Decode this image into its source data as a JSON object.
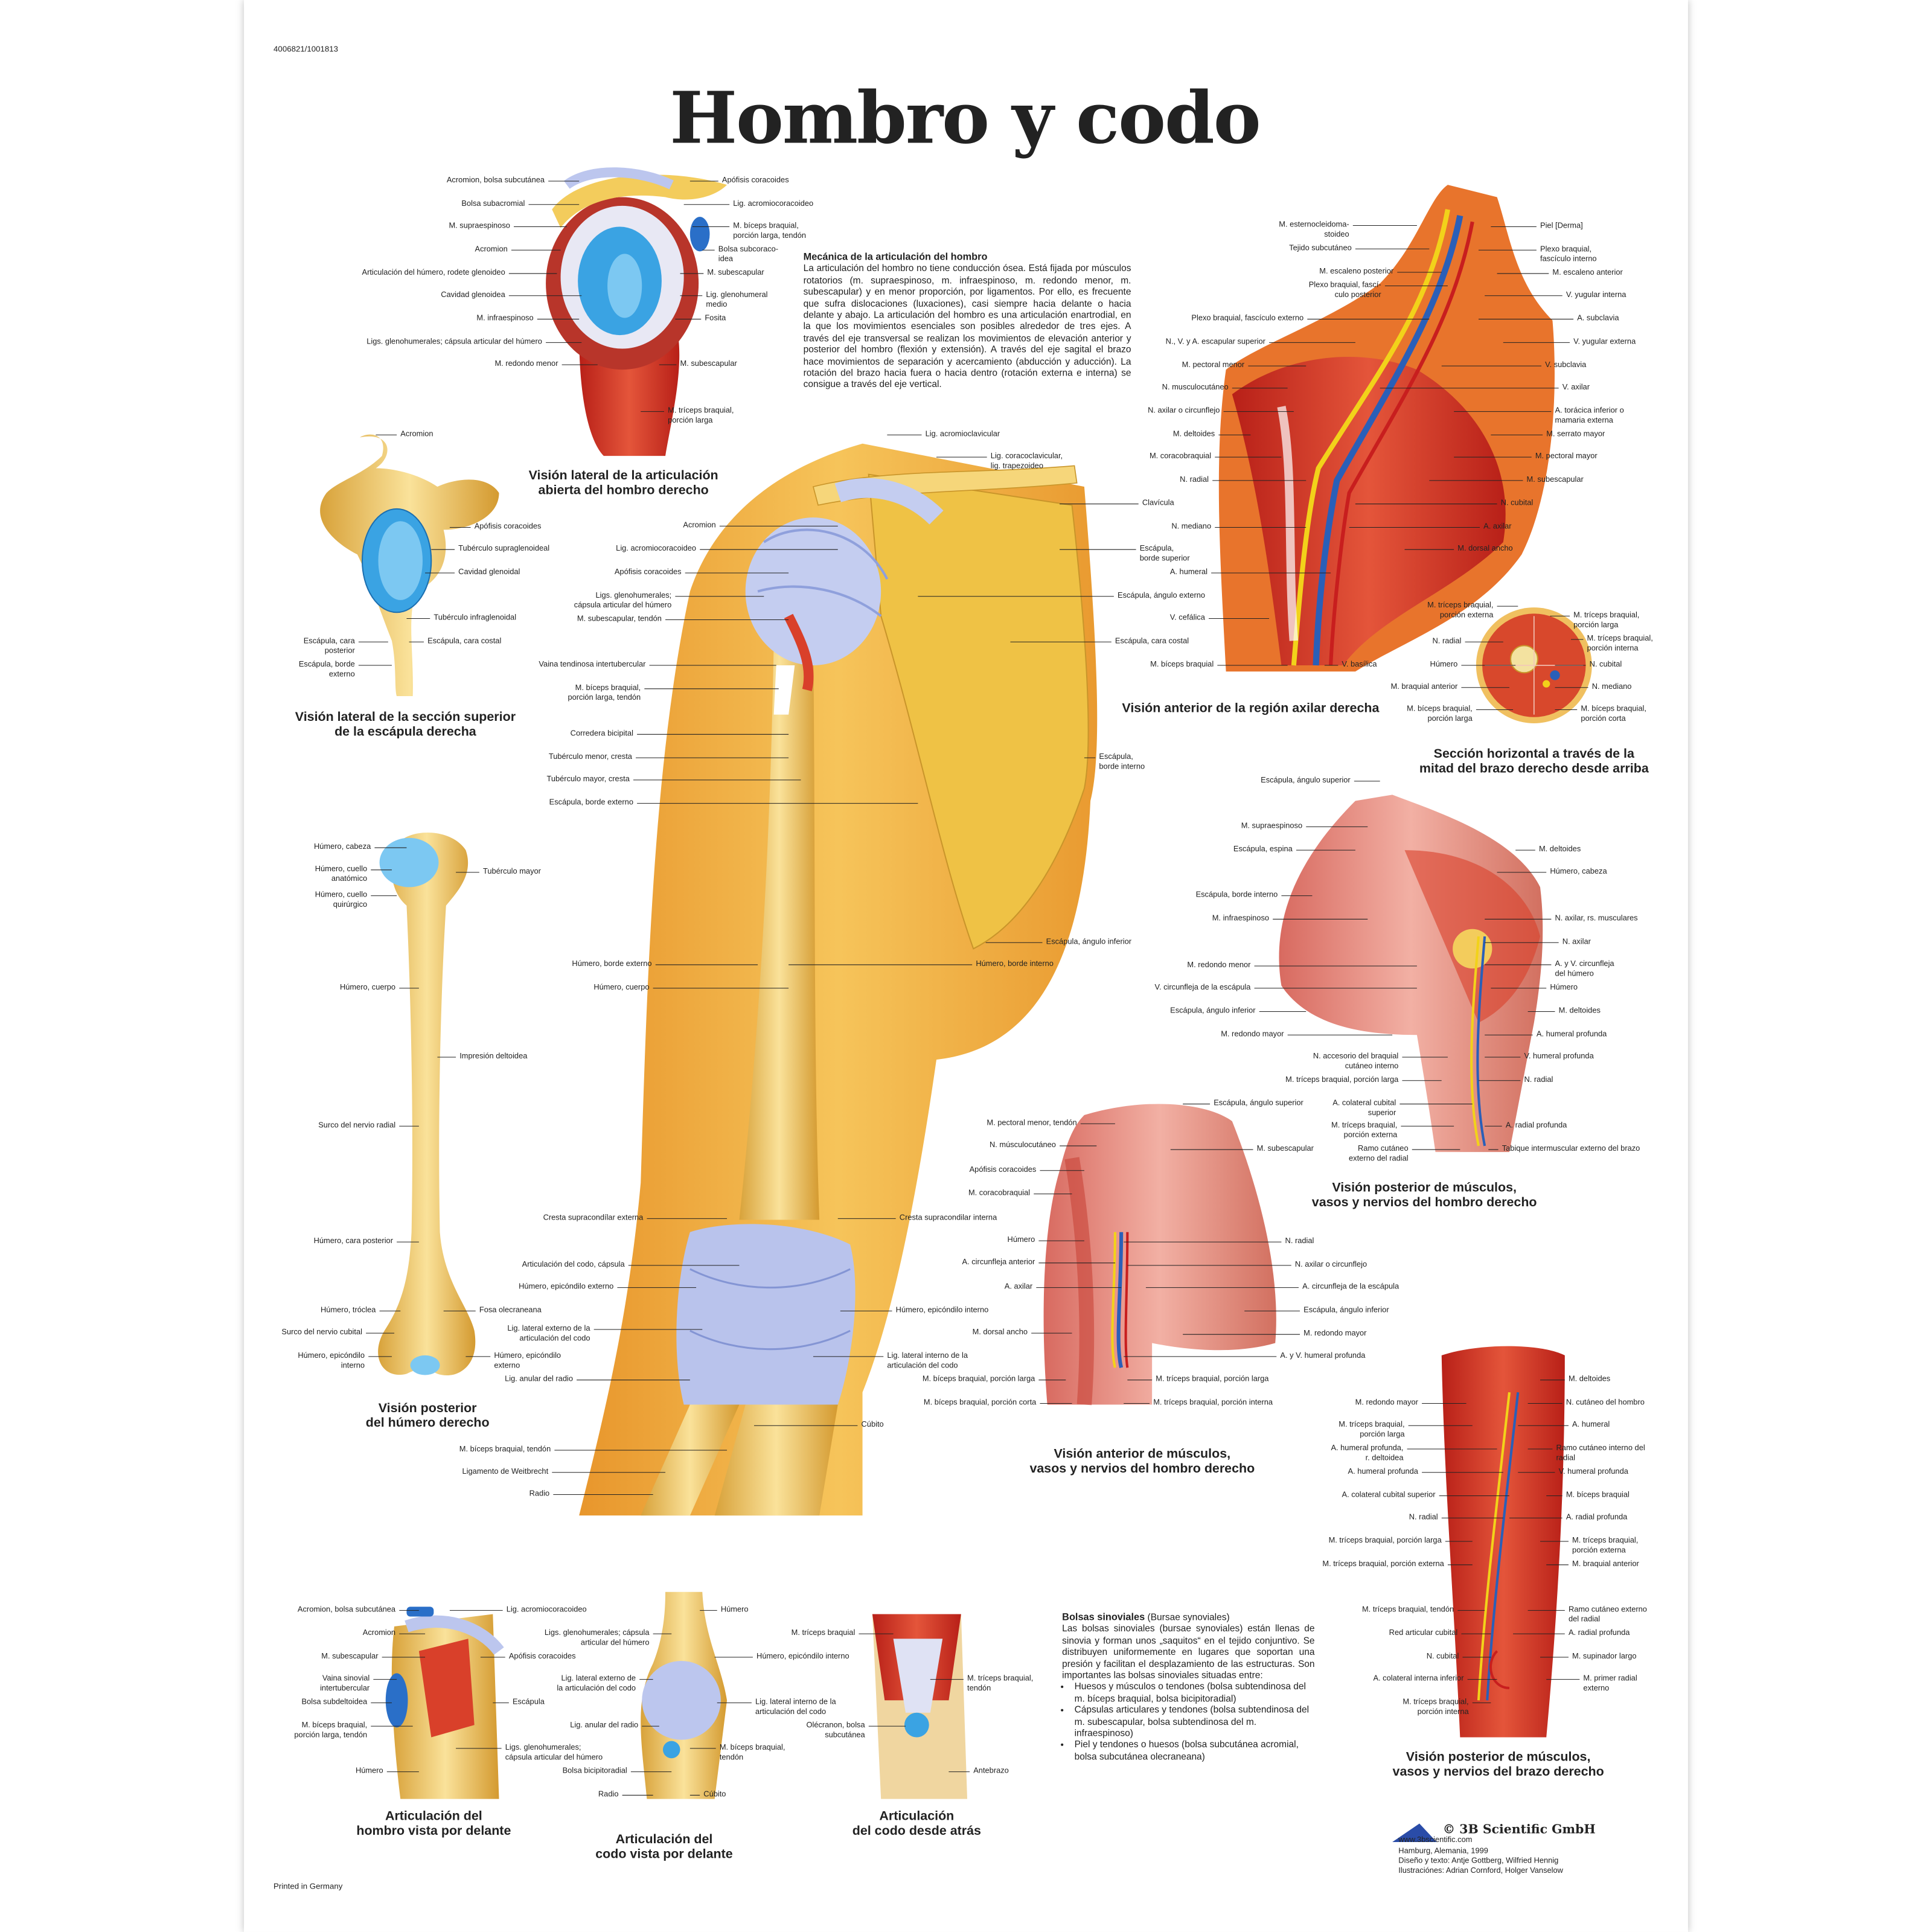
{
  "poster": {
    "code": "4006821/1001813",
    "title": "Hombro y codo",
    "printed": "Printed in Germany"
  },
  "mechanics": {
    "heading": "Mecánica de la articulación del hombro",
    "body": "La articulación del hombro no tiene conducción ósea. Está fijada por músculos rotatorios (m. supraespinoso, m. infraespinoso, m. redondo menor, m. subescapular) y en menor proporción, por ligamentos. Por ello, es frecuente que sufra dislocaciones (luxaciones), casi siempre hacia delante o hacia delante y abajo. La articulación del hombro es una articulación enartrodial, en la que los movimientos esenciales son posibles alrededor de tres ejes. A través del eje transversal se realizan los movimientos de elevación anterior y posterior del hombro (flexión y extensión). A través del eje sagital el brazo hace movimientos de separación y acercamiento (abducción y aducción). La rotación del brazo hacia fuera o hacia dentro (rotación externa e interna) se consigue a través del eje vertical."
  },
  "bursae": {
    "heading": "Bolsas sinoviales",
    "heading_latin": "(Bursae synoviales)",
    "body": "Las bolsas sinoviales (bursae synoviales) están llenas de sinovia y forman unos „saquitos“ en el tejido conjuntivo. Se distribuyen uniformemente en lugares que soportan una presión y facilitan el desplazamiento de las estructuras. Son importantes las bolsas sinoviales situadas entre:",
    "items": [
      "Huesos y músculos o tendones (bolsa subtendinosa del m. bíceps braquial, bolsa bicipitoradial)",
      "Cápsulas articulares y tendones (bolsa subtendinosa del m. subescapular, bolsa subtendinosa del m. infraespinoso)",
      "Piel y tendones o huesos (bolsa subcutánea acromial, bolsa subcutánea olecraneana)"
    ]
  },
  "credits": {
    "logo_text": "3B",
    "company": "© 3B Scientific GmbH",
    "url": "www.3bscientific.com",
    "place": "Hamburg, Alemania, 1999",
    "design": "Diseño y texto: Antje Gottberg, Wilfried Hennig",
    "illustrations": "Ilustraciónes: Adrian Cornford, Holger Vanselow"
  },
  "colors": {
    "bone": "#f3cc5c",
    "skin": "#eda63a",
    "muscle": "#d9402a",
    "cartilage": "#3aa3e3",
    "ligament": "#bcc6ee",
    "nerve": "#f2d21a",
    "vein": "#2a5fb8"
  },
  "figures": {
    "shoulder_lateral_open": {
      "caption": "Visión lateral de la articulación\nabierta del hombro derecho",
      "labels": [
        "Acromion, bolsa subcutánea",
        "Bolsa subacromial",
        "M. supraespinoso",
        "Acromion",
        "Articulación del húmero, rodete glenoideo",
        "Cavidad glenoidea",
        "M. infraespinoso",
        "Ligs. glenohumerales; cápsula articular del húmero",
        "M. redondo menor",
        "Apófisis coracoides",
        "Lig. acromiocoracoideo",
        "M. bíceps braquial,\nporción larga, tendón",
        "Bolsa subcoraco-\nidea",
        "M. subescapular",
        "Lig. glenohumeral\nmedio",
        "Fosita",
        "M. subescapular",
        "M. tríceps braquial,\nporción larga"
      ]
    },
    "scapula_section": {
      "caption": "Visión lateral de la sección superior\nde la escápula derecha",
      "labels": [
        "Acromion",
        "Apófisis coracoides",
        "Tubérculo supraglenoideal",
        "Cavidad glenoidal",
        "Tubérculo infraglenoidal",
        "Escápula, cara costal",
        "Escápula, cara\nposterior",
        "Escápula, borde\nexterno"
      ]
    },
    "humerus_posterior": {
      "caption": "Visión posterior\ndel húmero derecho",
      "labels": [
        "Húmero, cabeza",
        "Húmero, cuello\nanatómico",
        "Húmero, cuello\nquirúrgico",
        "Húmero, cuerpo",
        "Surco del nervio radial",
        "Húmero, cara posterior",
        "Húmero, tróclea",
        "Surco del nervio cubital",
        "Húmero, epicóndilo\ninterno",
        "Tubérculo mayor",
        "Impresión deltoidea",
        "Fosa olecraneana",
        "Húmero, epicóndilo\nexterno"
      ]
    },
    "main_arm": {
      "labels": [
        "Lig. acromioclavicular",
        "Lig. coracoclavicular,\nlig. trapezoideo",
        "Clavícula",
        "Escápula,\nborde superior",
        "Escápula, ángulo externo",
        "Escápula, cara costal",
        "Escápula,\nborde interno",
        "Escápula, ángulo inferior",
        "Húmero, borde interno",
        "Acromion",
        "Lig. acromiocoracoideo",
        "Apófisis coracoides",
        "Ligs. glenohumerales;\ncápsula articular del húmero",
        "M. subescapular, tendón",
        "Vaina tendinosa intertubercular",
        "M. bíceps braquial,\nporción larga, tendón",
        "Corredera bicipital",
        "Tubérculo menor, cresta",
        "Tubérculo mayor, cresta",
        "Escápula, borde externo",
        "Húmero, borde externo",
        "Húmero, cuerpo",
        "Cresta supracondílar externa",
        "Articulación del codo, cápsula",
        "Húmero, epicóndilo externo",
        "Lig. lateral externo de la\narticulación del codo",
        "Lig. anular del radio",
        "M. bíceps braquial, tendón",
        "Ligamento de Weitbrecht",
        "Radio",
        "Cresta supracondilar interna",
        "Húmero, epicóndilo interno",
        "Lig. lateral interno de la\narticulación del codo",
        "Cúbito"
      ]
    },
    "axillary_anterior": {
      "caption": "Visión anterior de la región axilar derecha",
      "labels": [
        "M. esternocleidoma-\nstoideo",
        "Tejido subcutáneo",
        "M. escaleno posterior",
        "Plexo braquial, fascí-\nculo posterior",
        "Plexo braquial, fascículo externo",
        "N., V. y A. escapular superior",
        "M. pectoral menor",
        "N. musculocutáneo",
        "N. axilar o circunflejo",
        "M. deltoides",
        "M. coracobraquial",
        "N. radial",
        "N. mediano",
        "A. humeral",
        "V. cefálica",
        "M. bíceps braquial",
        "Piel [Derma]",
        "Plexo braquial,\nfascículo interno",
        "M. escaleno anterior",
        "V. yugular interna",
        "A. subclavia",
        "V. yugular externa",
        "V. subclavia",
        "V. axilar",
        "A. torácica inferior o\nmamaria externa",
        "M. serrato mayor",
        "M. pectoral mayor",
        "M. subescapular",
        "N. cubital",
        "A. axilar",
        "M. dorsal ancho",
        "V. basílica"
      ]
    },
    "arm_cross_section": {
      "caption": "Sección horizontal a través de la\nmitad del brazo derecho desde arriba",
      "labels": [
        "M. tríceps braquial,\nporción externa",
        "N. radial",
        "Húmero",
        "M. braquial anterior",
        "M. bíceps braquial,\nporción larga",
        "M. tríceps braquial,\nporción larga",
        "M. tríceps braquial,\nporción interna",
        "N. cubital",
        "N. mediano",
        "M. bíceps braquial,\nporción corta"
      ]
    },
    "shoulder_posterior_muscles": {
      "caption": "Visión posterior de músculos,\nvasos y nervios del hombro derecho",
      "labels": [
        "Escápula, ángulo superior",
        "M. supraespinoso",
        "Escápula, espina",
        "Escápula, borde interno",
        "M. infraespinoso",
        "M. redondo menor",
        "V. circunfleja de la escápula",
        "Escápula, ángulo inferior",
        "M. redondo mayor",
        "N. accesorio del braquial\ncutáneo interno",
        "M. tríceps braquial, porción larga",
        "A. colateral cubital\nsuperior",
        "M. tríceps braquial,\nporción externa",
        "Ramo cutáneo\nexterno del radial",
        "M. deltoides",
        "Húmero, cabeza",
        "N. axilar, rs. musculares",
        "N. axilar",
        "A. y V. circunfleja\ndel húmero",
        "Húmero",
        "M. deltoides",
        "A. humeral profunda",
        "V. humeral profunda",
        "N. radial",
        "A. radial profunda",
        "Tabique intermuscular externo del brazo"
      ]
    },
    "shoulder_anterior_muscles": {
      "caption": "Visión anterior de músculos,\nvasos y nervios del hombro derecho",
      "labels": [
        "M. pectoral menor, tendón",
        "N. músculocutáneo",
        "Apófisis coracoides",
        "M. coracobraquial",
        "Húmero",
        "A. circunfleja anterior",
        "A. axilar",
        "M. dorsal ancho",
        "M. bíceps braquial, porción larga",
        "M. bíceps braquial, porción corta",
        "Escápula, ángulo superior",
        "M. subescapular",
        "N. radial",
        "N. axilar o circunflejo",
        "A. circunfleja de la escápula",
        "Escápula, ángulo inferior",
        "M. redondo mayor",
        "A. y V. humeral profunda",
        "M. tríceps braquial, porción larga",
        "M. tríceps braquial, porción interna"
      ]
    },
    "arm_posterior_muscles": {
      "caption": "Visión posterior de músculos,\nvasos y nervios del brazo derecho",
      "labels": [
        "M. redondo mayor",
        "M. tríceps braquial,\nporción larga",
        "A. humeral profunda,\nr. deltoidea",
        "A. humeral profunda",
        "A. colateral cubital superior",
        "N. radial",
        "M. tríceps braquial, porción larga",
        "M. tríceps braquial, porción externa",
        "M. tríceps braquial, tendón",
        "Red articular cubital",
        "N. cubital",
        "A. colateral interna inferior",
        "M. tríceps braquial,\nporción interna",
        "M. deltoides",
        "N. cutáneo del hombro",
        "A. humeral",
        "Ramo cutáneo interno del\nradial",
        "V. humeral profunda",
        "M. bíceps braquial",
        "A. radial profunda",
        "M. tríceps braquial,\nporción externa",
        "M. braquial anterior",
        "Ramo cutáneo externo\ndel radial",
        "A. radial profunda",
        "M. supinador largo",
        "M. primer radial\nexterno"
      ]
    },
    "shoulder_joint_front": {
      "caption": "Articulación del\nhombro vista por delante",
      "labels": [
        "Acromion, bolsa subcutánea",
        "Acromion",
        "M. subescapular",
        "Vaina sinovial\nintertubercular",
        "Bolsa subdeltoidea",
        "M. bíceps braquial,\nporción larga, tendón",
        "Húmero",
        "Lig. acromiocoracoideo",
        "Apófisis coracoides",
        "Escápula",
        "Ligs. glenohumerales;\ncápsula articular del húmero"
      ]
    },
    "elbow_joint_front": {
      "caption": "Articulación del\ncodo vista por delante",
      "labels": [
        "Ligs. glenohumerales; cápsula\narticular del húmero",
        "Lig. lateral externo de\nla articulación del codo",
        "Lig. anular del radio",
        "Bolsa bicipitoradial",
        "Radio",
        "Húmero",
        "Húmero, epicóndilo interno",
        "Lig. lateral interno de la\narticulación del codo",
        "M. bíceps braquial,\ntendón",
        "Cúbito"
      ]
    },
    "elbow_joint_back": {
      "caption": "Articulación\ndel codo desde atrás",
      "labels": [
        "M. tríceps braquial",
        "Olécranon, bolsa\nsubcutánea",
        "M. tríceps braquial,\ntendón",
        "Antebrazo"
      ]
    }
  }
}
